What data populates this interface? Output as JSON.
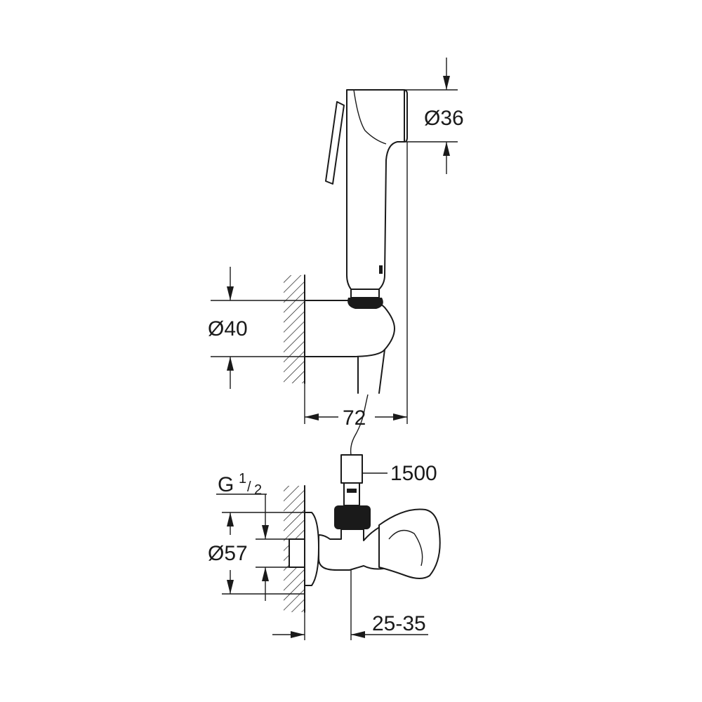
{
  "dimensions": {
    "spray_head_diameter": "Ø36",
    "holder_diameter": "Ø40",
    "projection": "72",
    "hose_length": "1500",
    "thread_prefix": "G",
    "thread_numerator": "1",
    "thread_slash": "/",
    "thread_denominator": "2",
    "rosette_diameter": "Ø57",
    "valve_projection": "25-35"
  }
}
